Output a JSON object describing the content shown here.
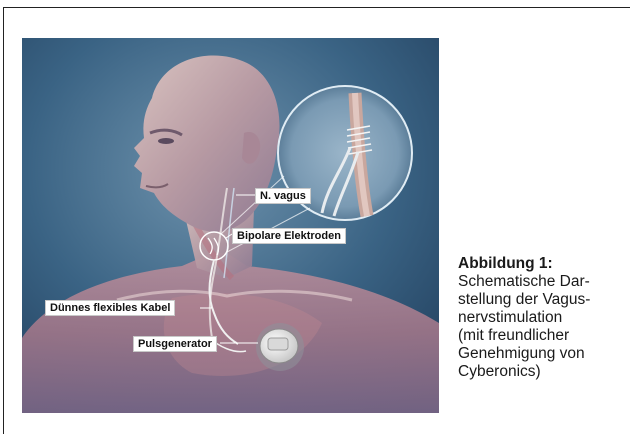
{
  "figure": {
    "labels": {
      "n_vagus": "N. vagus",
      "electrodes": "Bipolare Elektroden",
      "cable": "Dünnes flexibles Kabel",
      "generator": "Pulsgenerator"
    },
    "caption": {
      "title": "Abbildung 1:",
      "lines": [
        "Schematische Dar-",
        "stellung der Vagus-",
        "nervstimulation",
        "(mit freundlicher",
        "Genehmigung von",
        "Cyberonics)"
      ]
    }
  }
}
